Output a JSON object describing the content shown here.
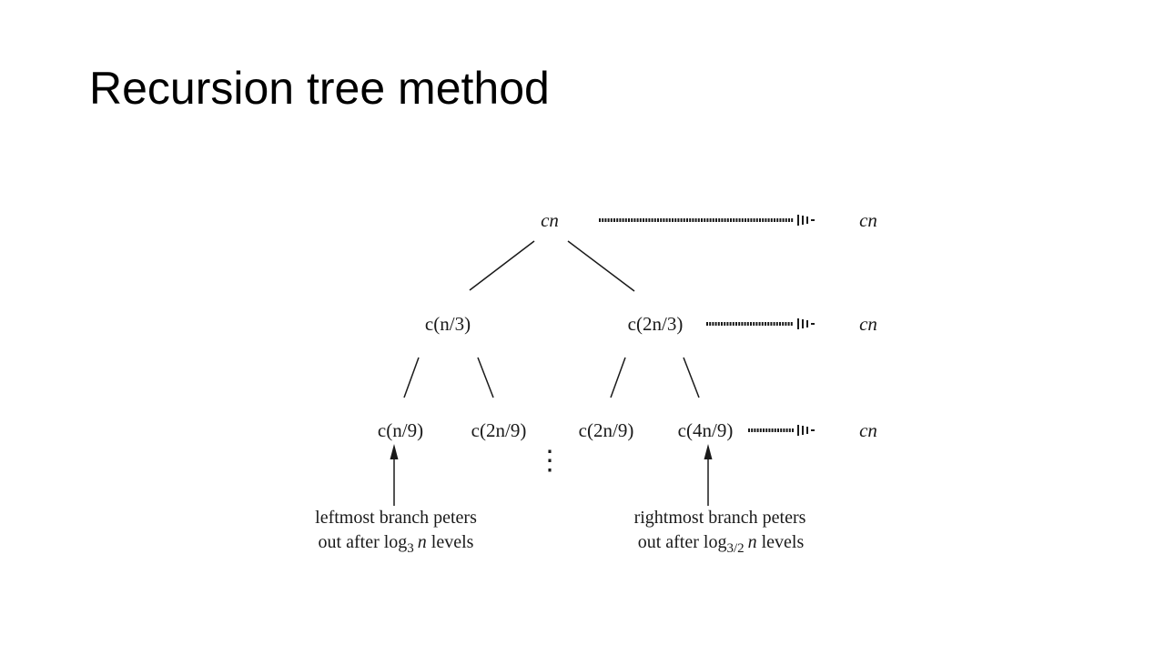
{
  "slide": {
    "title": "Recursion tree method"
  },
  "tree": {
    "root": "cn",
    "level1": [
      "c(n/3)",
      "c(2n/3)"
    ],
    "level2": [
      "c(n/9)",
      "c(2n/9)",
      "c(2n/9)",
      "c(4n/9)"
    ],
    "continuation": "⋮",
    "row_totals": [
      "cn",
      "cn",
      "cn"
    ]
  },
  "annotations": {
    "left": {
      "line1": "leftmost branch peters",
      "line2_prefix": "out after log",
      "line2_sub": "3",
      "line2_var": "n",
      "line2_suffix": "levels"
    },
    "right": {
      "line1": "rightmost branch peters",
      "line2_prefix": "out after log",
      "line2_sub": "3/2",
      "line2_var": "n",
      "line2_suffix": "levels"
    }
  }
}
